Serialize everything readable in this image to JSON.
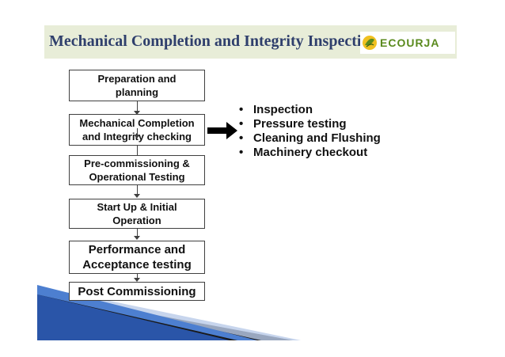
{
  "title": "Mechanical Completion and Integrity Inspection",
  "logo": {
    "text": "ECOURJA",
    "icon": "leaf-logo-icon",
    "brand_color": "#5a8a1e"
  },
  "flow": [
    {
      "label": "Preparation and\nplanning"
    },
    {
      "label": "Mechanical Completion\nand Integrity checking"
    },
    {
      "label": "Pre-commissioning &\nOperational Testing"
    },
    {
      "label": "Start Up & Initial\nOperation"
    },
    {
      "label": "Performance and\nAcceptance testing"
    },
    {
      "label": "Post Commissioning"
    }
  ],
  "bullets": [
    {
      "marker": "•",
      "text": "Inspection"
    },
    {
      "marker": "•",
      "text": "Pressure testing"
    },
    {
      "marker": "•",
      "text": "Cleaning and Flushing"
    },
    {
      "marker": "•",
      "text": "Machinery checkout"
    }
  ],
  "colors": {
    "title": "#2f3f6c",
    "title_band": "#e8edd8",
    "accent_blue": "#3b6bb5"
  }
}
